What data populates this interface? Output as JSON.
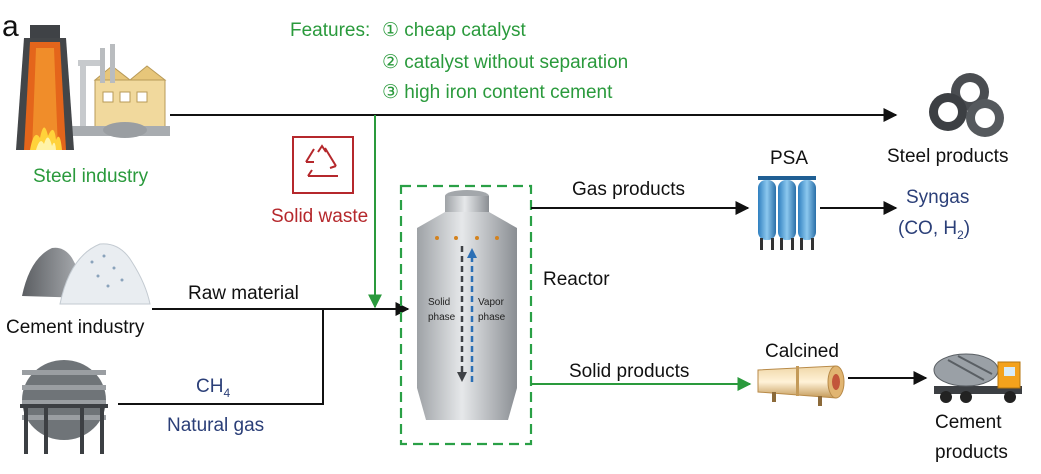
{
  "panel_label": "a",
  "features": {
    "heading": "Features:",
    "items": [
      "① cheap catalyst",
      "② catalyst without separation",
      "③ high iron content cement"
    ]
  },
  "nodes": {
    "steel_industry": "Steel industry",
    "solid_waste": "Solid waste",
    "cement_industry": "Cement industry",
    "natural_gas": "Natural gas",
    "ch4_main": "CH",
    "ch4_sub": "4",
    "steel_products": "Steel products",
    "psa": "PSA",
    "syngas": "Syngas",
    "syngas_formula_main": "(CO, H",
    "syngas_formula_sub": "2",
    "syngas_formula_end": ")",
    "calcined": "Calcined",
    "cement_products_line1": "Cement",
    "cement_products_line2": "products",
    "reactor": "Reactor"
  },
  "edges": {
    "raw_material": "Raw material",
    "gas_products": "Gas products",
    "solid_products": "Solid products"
  },
  "reactor_labels": {
    "solid_line1": "Solid",
    "solid_line2": "phase",
    "vapor_line1": "Vapor",
    "vapor_line2": "phase"
  },
  "colors": {
    "green": "#2a9a3c",
    "red": "#b5282c",
    "navy": "#2b3f78",
    "black": "#111111",
    "dashed_box": "#2aa046"
  }
}
